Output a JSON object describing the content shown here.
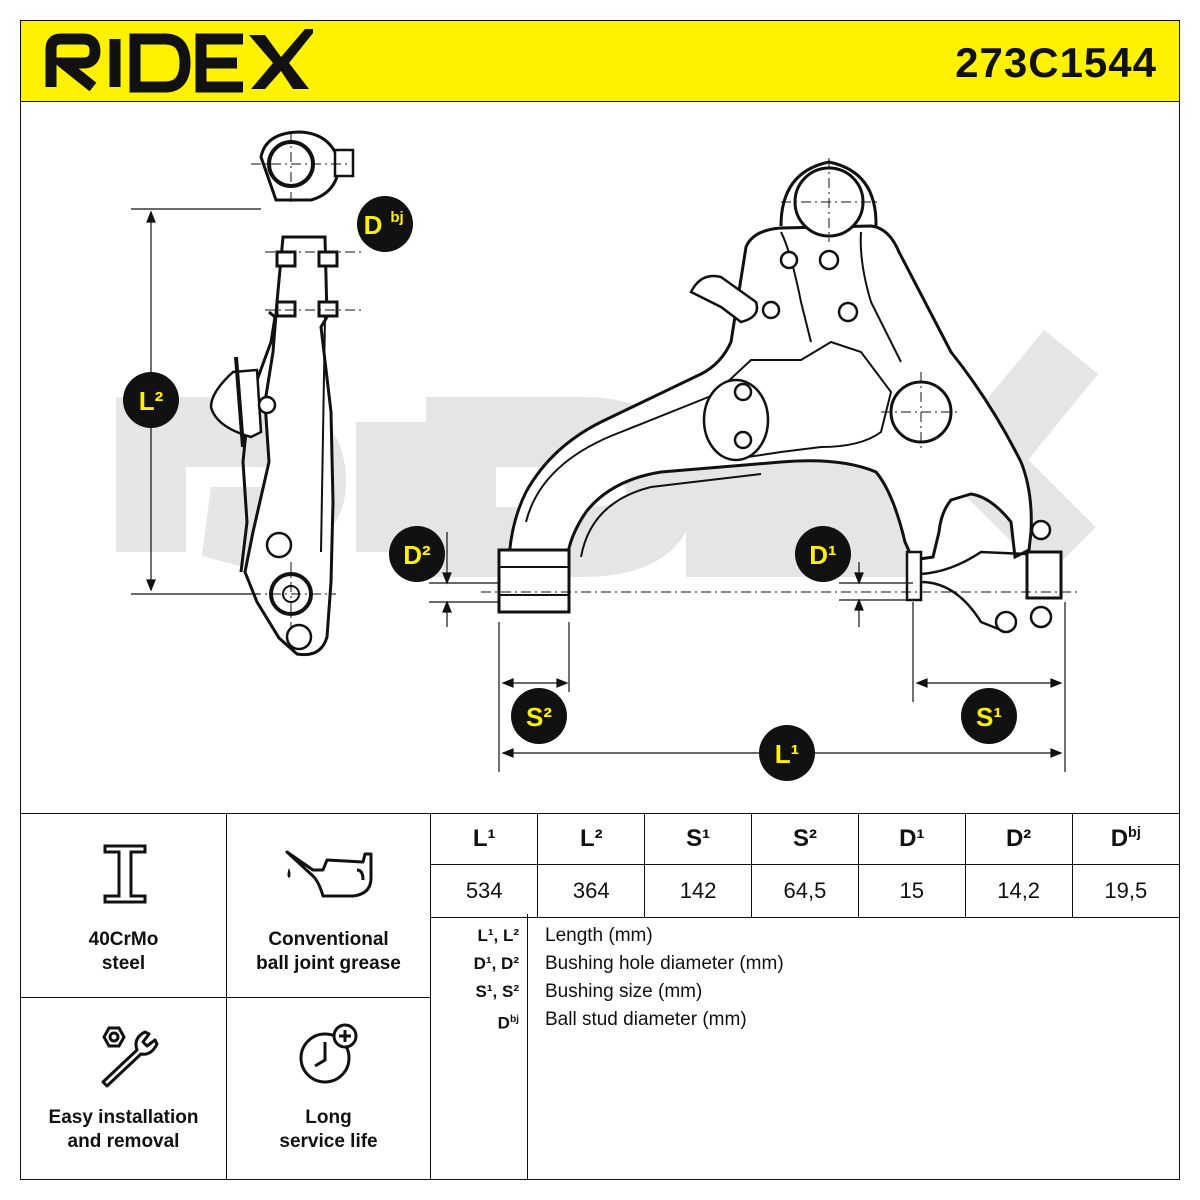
{
  "brand": "RIDEX",
  "part_number": "273C1544",
  "watermark": "RIDEX",
  "colors": {
    "accent": "#fff200",
    "ink": "#111111",
    "watermark": "#e3e3e3"
  },
  "dimension_labels": {
    "L1": "L¹",
    "L2": "L²",
    "S1": "S¹",
    "S2": "S²",
    "D1": "D¹",
    "D2": "D²",
    "Dbj_main": "D",
    "Dbj_sup": "bj"
  },
  "features": [
    {
      "icon": "i-beam-icon",
      "label": "40CrMo\nsteel"
    },
    {
      "icon": "oil-can-icon",
      "label": "Conventional\nball joint grease"
    },
    {
      "icon": "wrench-nut-icon",
      "label": "Easy installation\nand removal"
    },
    {
      "icon": "clock-plus-icon",
      "label": "Long\nservice life"
    }
  ],
  "spec_table": {
    "headers": [
      "L¹",
      "L²",
      "S¹",
      "S²",
      "D¹",
      "D²",
      "D"
    ],
    "header_last_sup": "bj",
    "values": [
      "534",
      "364",
      "142",
      "64,5",
      "15",
      "14,2",
      "19,5"
    ]
  },
  "legend": [
    {
      "key": "L¹, L²",
      "desc": "Length (mm)"
    },
    {
      "key": "D¹, D²",
      "desc": "Bushing hole diameter (mm)"
    },
    {
      "key": "S¹, S²",
      "desc": "Bushing size (mm)"
    },
    {
      "key": "D",
      "key_sup": "bj",
      "desc": "Ball stud diameter (mm)"
    }
  ]
}
